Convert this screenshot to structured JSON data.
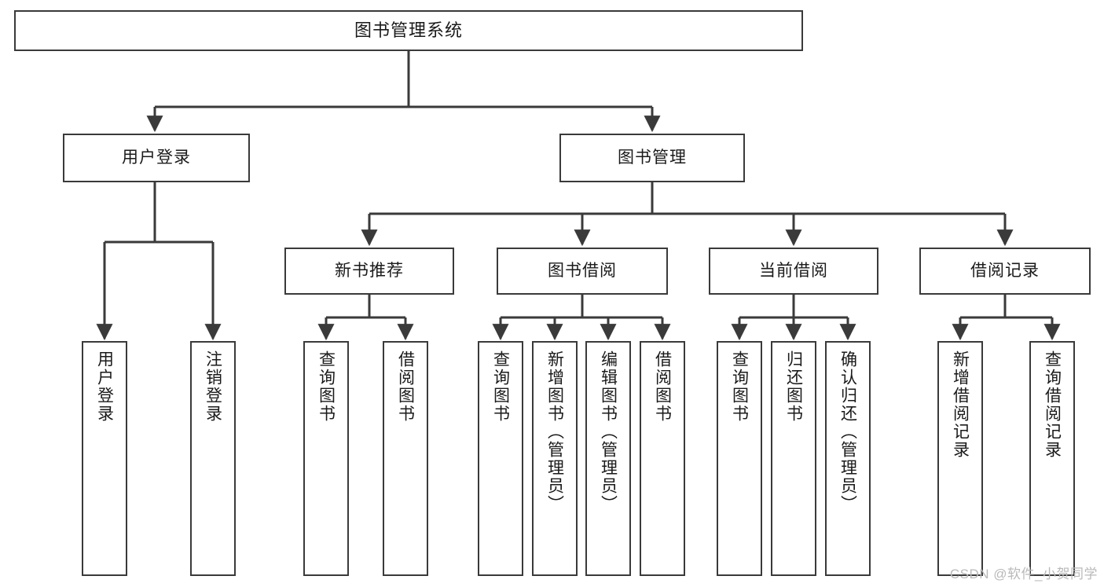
{
  "diagram": {
    "title": "图书管理系统",
    "type": "tree",
    "stroke_color": "#3a3a3a",
    "text_color": "#1a1a1a",
    "background_color": "#ffffff",
    "watermark": "CSDN @软件_小贺同学",
    "root": {
      "label": "图书管理系统"
    },
    "level2": [
      {
        "label": "用户登录"
      },
      {
        "label": "图书管理"
      }
    ],
    "level3": [
      {
        "label": "新书推荐"
      },
      {
        "label": "图书借阅"
      },
      {
        "label": "当前借阅"
      },
      {
        "label": "借阅记录"
      }
    ],
    "leaves": {
      "user_login": [
        {
          "label": "用户登录"
        },
        {
          "label": "注销登录"
        }
      ],
      "new_book_recommend": [
        {
          "label": "查询图书"
        },
        {
          "label": "借阅图书"
        }
      ],
      "book_borrow": [
        {
          "label": "查询图书"
        },
        {
          "label": "新增图书（管理员）"
        },
        {
          "label": "编辑图书（管理员）"
        },
        {
          "label": "借阅图书"
        }
      ],
      "current_borrow": [
        {
          "label": "查询图书"
        },
        {
          "label": "归还图书"
        },
        {
          "label": "确认归还（管理员）"
        }
      ],
      "borrow_record": [
        {
          "label": "新增借阅记录"
        },
        {
          "label": "查询借阅记录"
        }
      ]
    }
  }
}
